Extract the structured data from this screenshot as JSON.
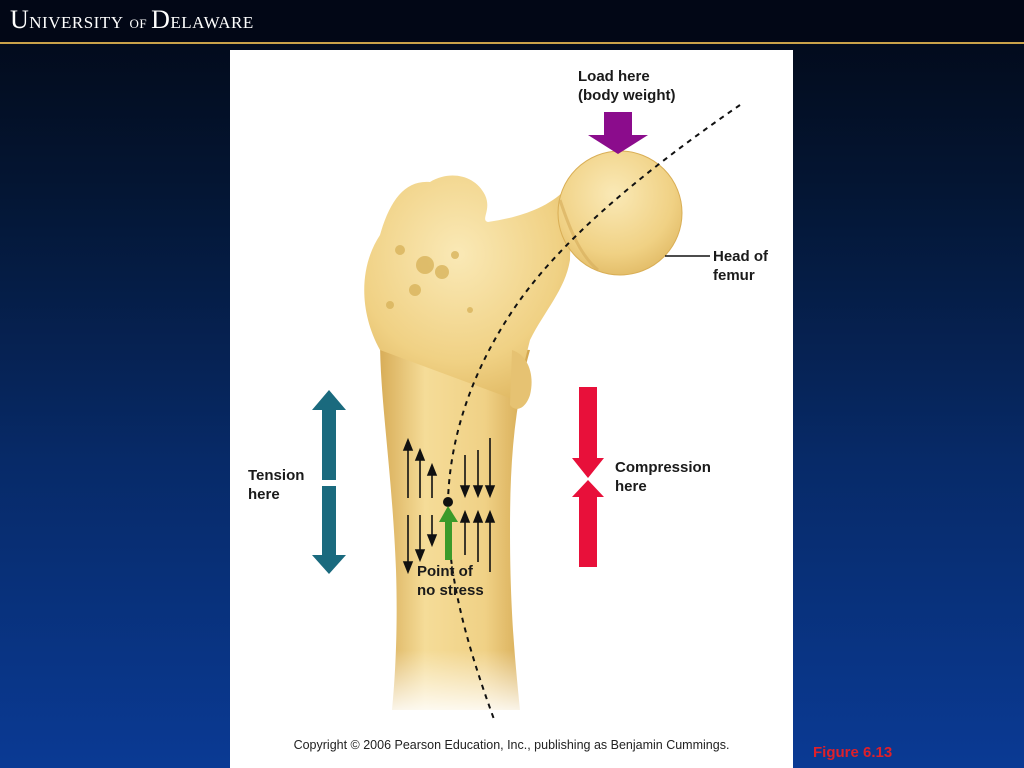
{
  "header": {
    "logo_text": {
      "u": "U",
      "niversity": "NIVERSITY",
      "of": "OF",
      "d": "D",
      "elaware": "ELAWARE"
    },
    "accent_color": "#c9a24a"
  },
  "figure": {
    "labels": {
      "load_line1": "Load here",
      "load_line2": "(body weight)",
      "head_line1": "Head of",
      "head_line2": "femur",
      "tension_line1": "Tension",
      "tension_line2": "here",
      "compression_line1": "Compression",
      "compression_line2": "here",
      "no_stress_line1": "Point of",
      "no_stress_line2": "no stress"
    },
    "colors": {
      "load_arrow": "#8b0c8c",
      "tension_arrow": "#1a6a7e",
      "compression_arrow": "#e8103a",
      "no_stress_arrow": "#3a9a2a",
      "bone": "#f1d58a"
    },
    "copyright": "Copyright © 2006 Pearson Education, Inc., publishing as Benjamin Cummings."
  },
  "caption": "Figure 6.13"
}
